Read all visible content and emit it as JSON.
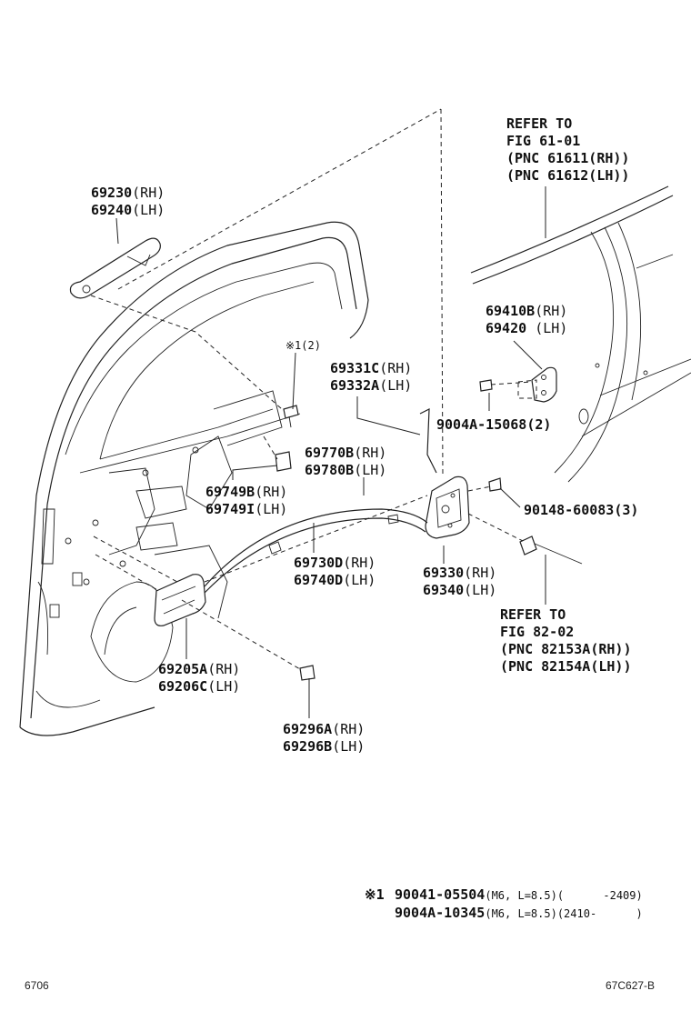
{
  "labels": {
    "handle_outer": {
      "rh": "69230",
      "rh_sfx": "(RH)",
      "lh": "69240",
      "lh_sfx": "(LH)"
    },
    "refer_glass": {
      "l1": "REFER TO",
      "l2": "FIG 61-01",
      "l3": "(PNC 61611(RH))",
      "l4": "(PNC 61612(LH))"
    },
    "striker": {
      "rh": "69410B",
      "rh_sfx": "(RH)",
      "lh": "69420 ",
      "lh_sfx": "(LH)"
    },
    "screw_note": "※1(2)",
    "rod": {
      "rh": "69331C",
      "rh_sfx": "(RH)",
      "lh": "69332A",
      "lh_sfx": "(LH)"
    },
    "striker_screw": "9004A-15068(2)",
    "cable_inner": {
      "rh": "69770B",
      "rh_sfx": "(RH)",
      "lh": "69780B",
      "lh_sfx": "(LH)"
    },
    "lock_screw": "90148-60083(3)",
    "clip": {
      "rh": "69749B",
      "rh_sfx": "(RH)",
      "lh": "69749I",
      "lh_sfx": "(LH)"
    },
    "cable_outer": {
      "rh": "69730D",
      "rh_sfx": "(RH)",
      "lh": "69740D",
      "lh_sfx": "(LH)"
    },
    "lock": {
      "rh": "69330",
      "rh_sfx": "(RH)",
      "lh": "69340",
      "lh_sfx": "(LH)"
    },
    "refer_wire": {
      "l1": "REFER TO",
      "l2": "FIG 82-02",
      "l3": "(PNC 82153A(RH))",
      "l4": "(PNC 82154A(LH))"
    },
    "handle_inner": {
      "rh": "69205A",
      "rh_sfx": "(RH)",
      "lh": "69206C",
      "lh_sfx": "(LH)"
    },
    "cover_screw": {
      "rh": "69296A",
      "rh_sfx": "(RH)",
      "lh": "69296B",
      "lh_sfx": "(LH)"
    }
  },
  "footnote": {
    "mark": "※1",
    "row1_part": "90041-05504",
    "row1_spec": "(M6, L=8.5)(      -2409)",
    "row2_part": "9004A-10345",
    "row2_spec": "(M6, L=8.5)(2410-      )"
  },
  "corner_left": "6706",
  "corner_right": "67C627-B"
}
